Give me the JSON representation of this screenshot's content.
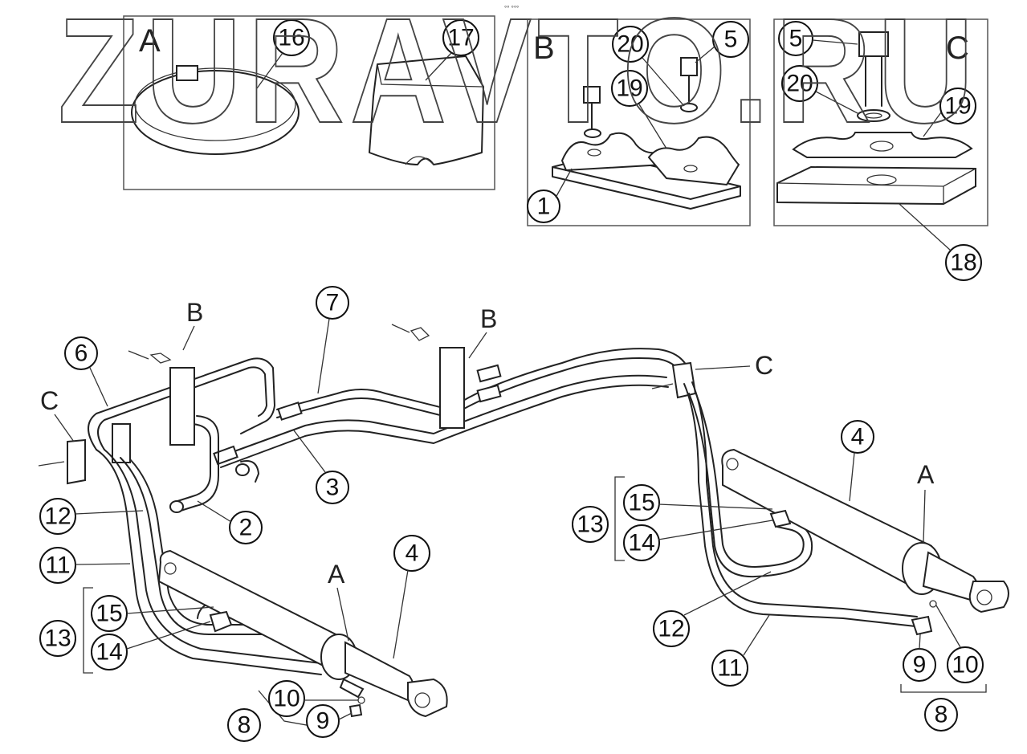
{
  "watermark": "ZURAVTO.RU",
  "top_mark": "°° °°°",
  "detail_views": {
    "a": {
      "letter": "A",
      "callouts": [
        "16",
        "17"
      ]
    },
    "b": {
      "letter": "B",
      "callouts": [
        "20",
        "5",
        "19",
        "1"
      ]
    },
    "c": {
      "letter": "C",
      "callouts": [
        "5",
        "20",
        "19",
        "18"
      ]
    }
  },
  "main_letters": {
    "b1": "B",
    "b2": "B",
    "c1": "C",
    "c2": "C",
    "a1": "A",
    "a2": "A"
  },
  "callouts": {
    "n7": "7",
    "n6": "6",
    "n3": "3",
    "n2": "2",
    "n12_left": "12",
    "n11_left": "11",
    "n13_left": "13",
    "n15_left": "15",
    "n14_left": "14",
    "n4_left": "4",
    "n10_left": "10",
    "n9_left": "9",
    "n8_left": "8",
    "n4_right": "4",
    "n13_right": "13",
    "n15_right": "15",
    "n14_right": "14",
    "n12_right": "12",
    "n11_right": "11",
    "n9_right": "9",
    "n10_right": "10",
    "n8_right": "8"
  }
}
